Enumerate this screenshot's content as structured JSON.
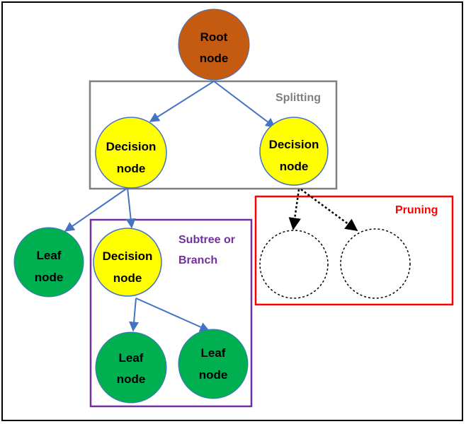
{
  "nodes": {
    "root": [
      "Root",
      "node"
    ],
    "decision_left": [
      "Decision",
      "node"
    ],
    "decision_right": [
      "Decision",
      "node"
    ],
    "leaf_left": [
      "Leaf",
      "node"
    ],
    "decision_sub": [
      "Decision",
      "node"
    ],
    "leaf_sub_left": [
      "Leaf",
      "node"
    ],
    "leaf_sub_right": [
      "Leaf",
      "node"
    ]
  },
  "groups": {
    "splitting": {
      "label": "Splitting",
      "color": "#7f7f7f"
    },
    "subtree": {
      "label_line1": "Subtree or",
      "label_line2": "Branch",
      "color": "#7030a0"
    },
    "pruning": {
      "label": "Pruning",
      "color": "#ff0000"
    }
  },
  "colors": {
    "root_fill": "#c55a11",
    "decision_fill": "#ffff00",
    "leaf_fill": "#00b050",
    "edge": "#4472c4",
    "node_stroke": "#4472c4"
  }
}
